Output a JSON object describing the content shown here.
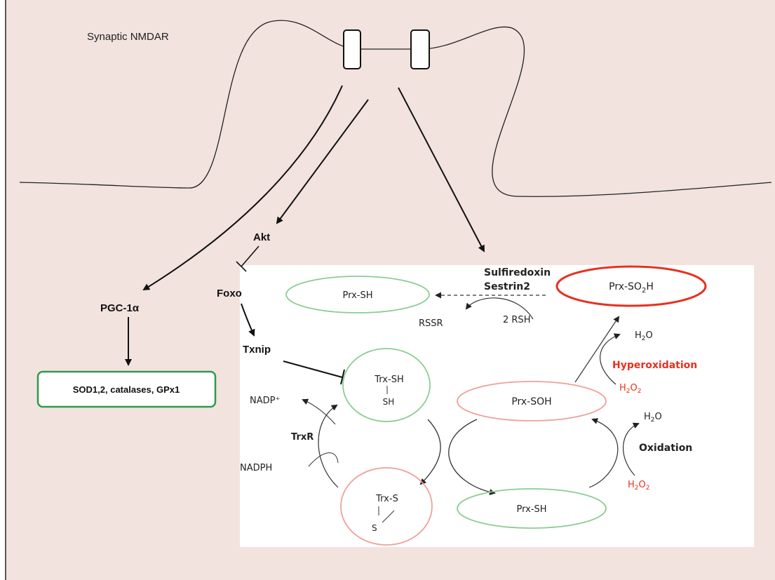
{
  "labels": {
    "synaptic_nmdar": "Synaptic NMDAR",
    "akt": "Akt",
    "foxo": "Foxo",
    "pgc1a": "PGC-1α",
    "txnip": "Txnip",
    "sod_box": "SOD1,2, catalases, GPx1",
    "sulfiredoxin": "Sulfiredoxin",
    "sestrin2": "Sestrin2",
    "prx_sh_top": "Prx-SH",
    "prx_so2h_prefix": "Prx-SO",
    "prx_so2h_sub": "2",
    "prx_so2h_suffix": "H",
    "rssr": "RSSR",
    "two_rsh": "2 RSH",
    "h2o": "H",
    "h2o_sub": "2",
    "h2o_suffix": "O",
    "h2o2": "H",
    "h2o2_sub": "2",
    "h2o2_mid": "O",
    "h2o2_sub2": "2",
    "hyperoxidation": "Hyperoxidation",
    "oxidation": "Oxidation",
    "trx_sh": "Trx-SH",
    "sh": "SH",
    "nadp_plus": "NADP⁺",
    "trxr": "TrxR",
    "nadph": "NADPH",
    "prx_soh": "Prx-SOH",
    "trx_s": "Trx-S",
    "s": "S",
    "prx_sh_bottom": "Prx-SH"
  },
  "colors": {
    "background": "#f2e3df",
    "panel": "#ffffff",
    "green_outline": "#2e9a4a",
    "light_green_outline": "#8ccc94",
    "red_outline": "#e8301e",
    "light_red_outline": "#f0a09a",
    "accent_red_text": "#e8301e"
  }
}
